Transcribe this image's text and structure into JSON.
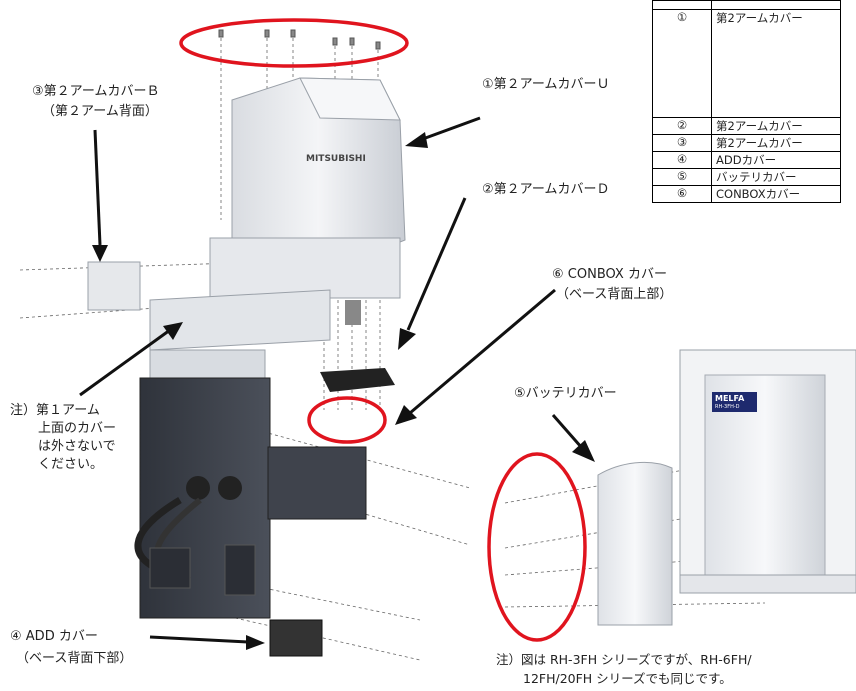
{
  "parts_table": {
    "rows": [
      {
        "no": "①",
        "name": "第2アームカバー"
      },
      {
        "no": "②",
        "name": "第2アームカバー"
      },
      {
        "no": "③",
        "name": "第2アームカバー"
      },
      {
        "no": "④",
        "name": "ADDカバー"
      },
      {
        "no": "⑤",
        "name": "バッテリカバー"
      },
      {
        "no": "⑥",
        "name": "CONBOXカバー"
      }
    ]
  },
  "labels": {
    "cover_u": "①第２アームカバーＵ",
    "cover_d": "②第２アームカバーＤ",
    "cover_b": "③第２アームカバーＢ",
    "cover_b_sub": "（第２アーム背面）",
    "conbox": "⑥ CONBOX カバー",
    "conbox_sub": "（ベース背面上部）",
    "battery": "⑤バッテリカバー",
    "add": "④ ADD カバー",
    "add_sub": "（ベース背面下部）",
    "note1_line1": "注）第１アーム",
    "note1_line2": "上面のカバー",
    "note1_line3": "は外さないで",
    "note1_line4": "ください。",
    "note2_line1": "注）図は RH-3FH シリーズですが、RH-6FH/",
    "note2_line2": "12FH/20FH シリーズでも同じです。"
  },
  "logos": {
    "arm_brand": "MITSUBISHI",
    "base_brand": "MELFA",
    "base_model": "RH-3FH-D"
  },
  "colors": {
    "highlight_ellipse": "#e0141e",
    "robot_white": "#eceef1",
    "base_dark": "#3b3f48"
  }
}
